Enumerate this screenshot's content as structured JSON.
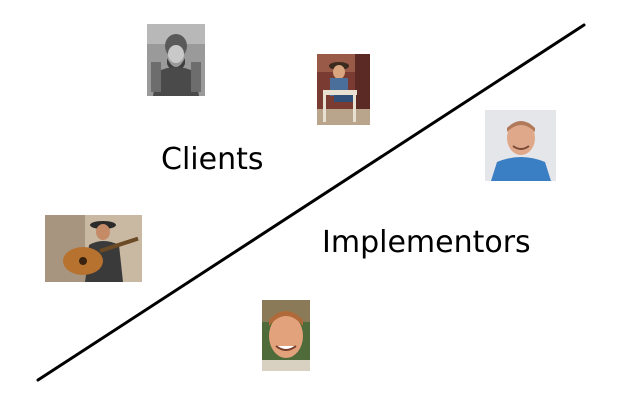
{
  "labels": {
    "clients": "Clients",
    "implementors": "Implementors"
  },
  "colors": {
    "background": "#ffffff",
    "line": "#000000",
    "text": "#000000"
  },
  "photos": {
    "clients": [
      {
        "subject": "bearded man with backpack, black and white portrait"
      },
      {
        "subject": "man in hat seated on a porch chair"
      },
      {
        "subject": "man in hat playing acoustic guitar"
      }
    ],
    "implementors": [
      {
        "subject": "smiling man in blue shirt"
      },
      {
        "subject": "smiling man close-up portrait"
      }
    ]
  }
}
